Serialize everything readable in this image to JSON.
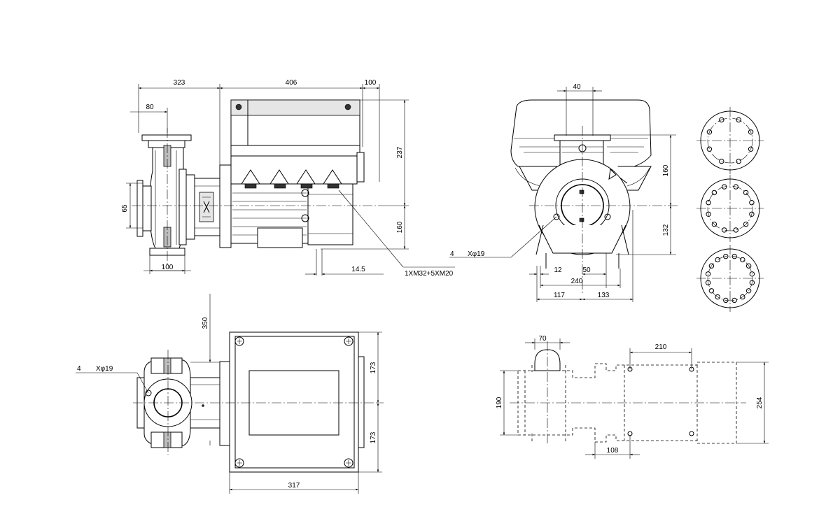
{
  "dimensions": {
    "front": {
      "d323": "323",
      "d406": "406",
      "d100_top": "100",
      "d80": "80",
      "d237": "237",
      "d65": "65",
      "d160": "160",
      "d100_bottom": "100",
      "d14_5": "14.5",
      "cable_entry": "1XM32+5XM20"
    },
    "side": {
      "d40": "40",
      "d160": "160",
      "d132": "132",
      "holes_count": "4",
      "holes_spec": "Xφ19",
      "d12": "12",
      "d50": "50",
      "d240": "240",
      "d117": "117",
      "d133": "133"
    },
    "top": {
      "d350": "350",
      "holes_count": "4",
      "holes_spec": "Xφ19",
      "d173_upper": "173",
      "d173_lower": "173",
      "d317": "317"
    },
    "foundation": {
      "d70": "70",
      "d210": "210",
      "d190": "190",
      "d254": "254",
      "d108": "108"
    }
  }
}
